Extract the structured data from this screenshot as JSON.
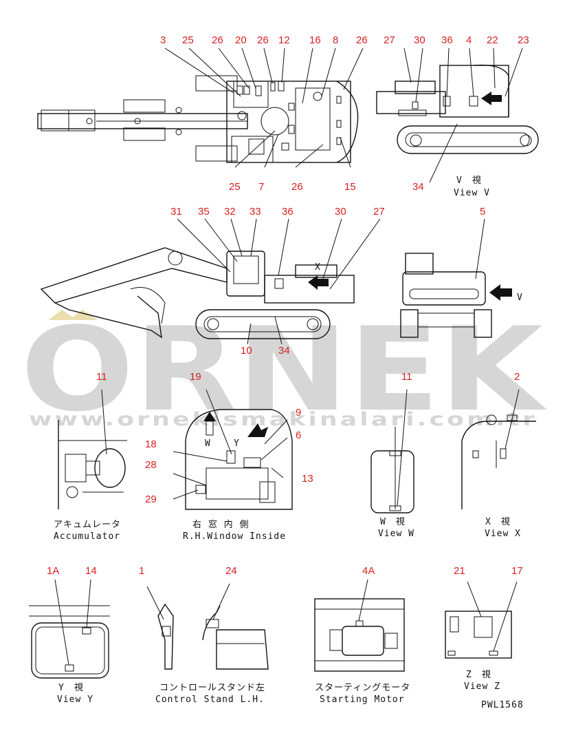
{
  "watermark": {
    "brand": "ORNEK",
    "url": "www.ornekismakinalari.com.tr"
  },
  "callouts": {
    "top_left": [
      "3",
      "25",
      "26",
      "20",
      "26",
      "12",
      "16",
      "8",
      "26",
      "25",
      "7",
      "26",
      "15"
    ],
    "view_v": [
      "27",
      "30",
      "36",
      "4",
      "22",
      "23",
      "34"
    ],
    "side": [
      "31",
      "35",
      "32",
      "33",
      "36",
      "30",
      "27",
      "10",
      "34"
    ],
    "rear": [
      "5"
    ],
    "accumulator": [
      "11"
    ],
    "rh_window": [
      "19",
      "9",
      "6",
      "18",
      "28",
      "13",
      "29"
    ],
    "view_w": [
      "11"
    ],
    "view_x": [
      "2"
    ],
    "view_y": [
      "1A",
      "14"
    ],
    "control_stand": [
      "1",
      "24"
    ],
    "starting_motor": [
      "4A"
    ],
    "view_z": [
      "21",
      "17"
    ]
  },
  "captions": {
    "view_v_jp": "V　視",
    "view_v_en": "View V",
    "rear_arrow_label": "V",
    "accumulator_jp": "アキュムレータ",
    "accumulator_en": "Accumulator",
    "rh_window_jp": "右 窓 内 側",
    "rh_window_en": "R.H.Window Inside",
    "rh_window_w": "W",
    "rh_window_y": "Y",
    "view_w_jp": "W　視",
    "view_w_en": "View W",
    "view_x_jp": "X　視",
    "view_x_en": "View X",
    "view_y_jp": "Y　視",
    "view_y_en": "View Y",
    "control_stand_jp": "コントロールスタンド左",
    "control_stand_en": "Control Stand L.H.",
    "starting_motor_jp": "スターティングモータ",
    "starting_motor_en": "Starting Motor",
    "view_z_jp": "Z　視",
    "view_z_en": "View Z",
    "side_x": "X",
    "drawing_no": "PWL1568"
  },
  "colors": {
    "callout": "#d71f1f",
    "line": "#111111",
    "watermark": "#cfcfcf"
  }
}
